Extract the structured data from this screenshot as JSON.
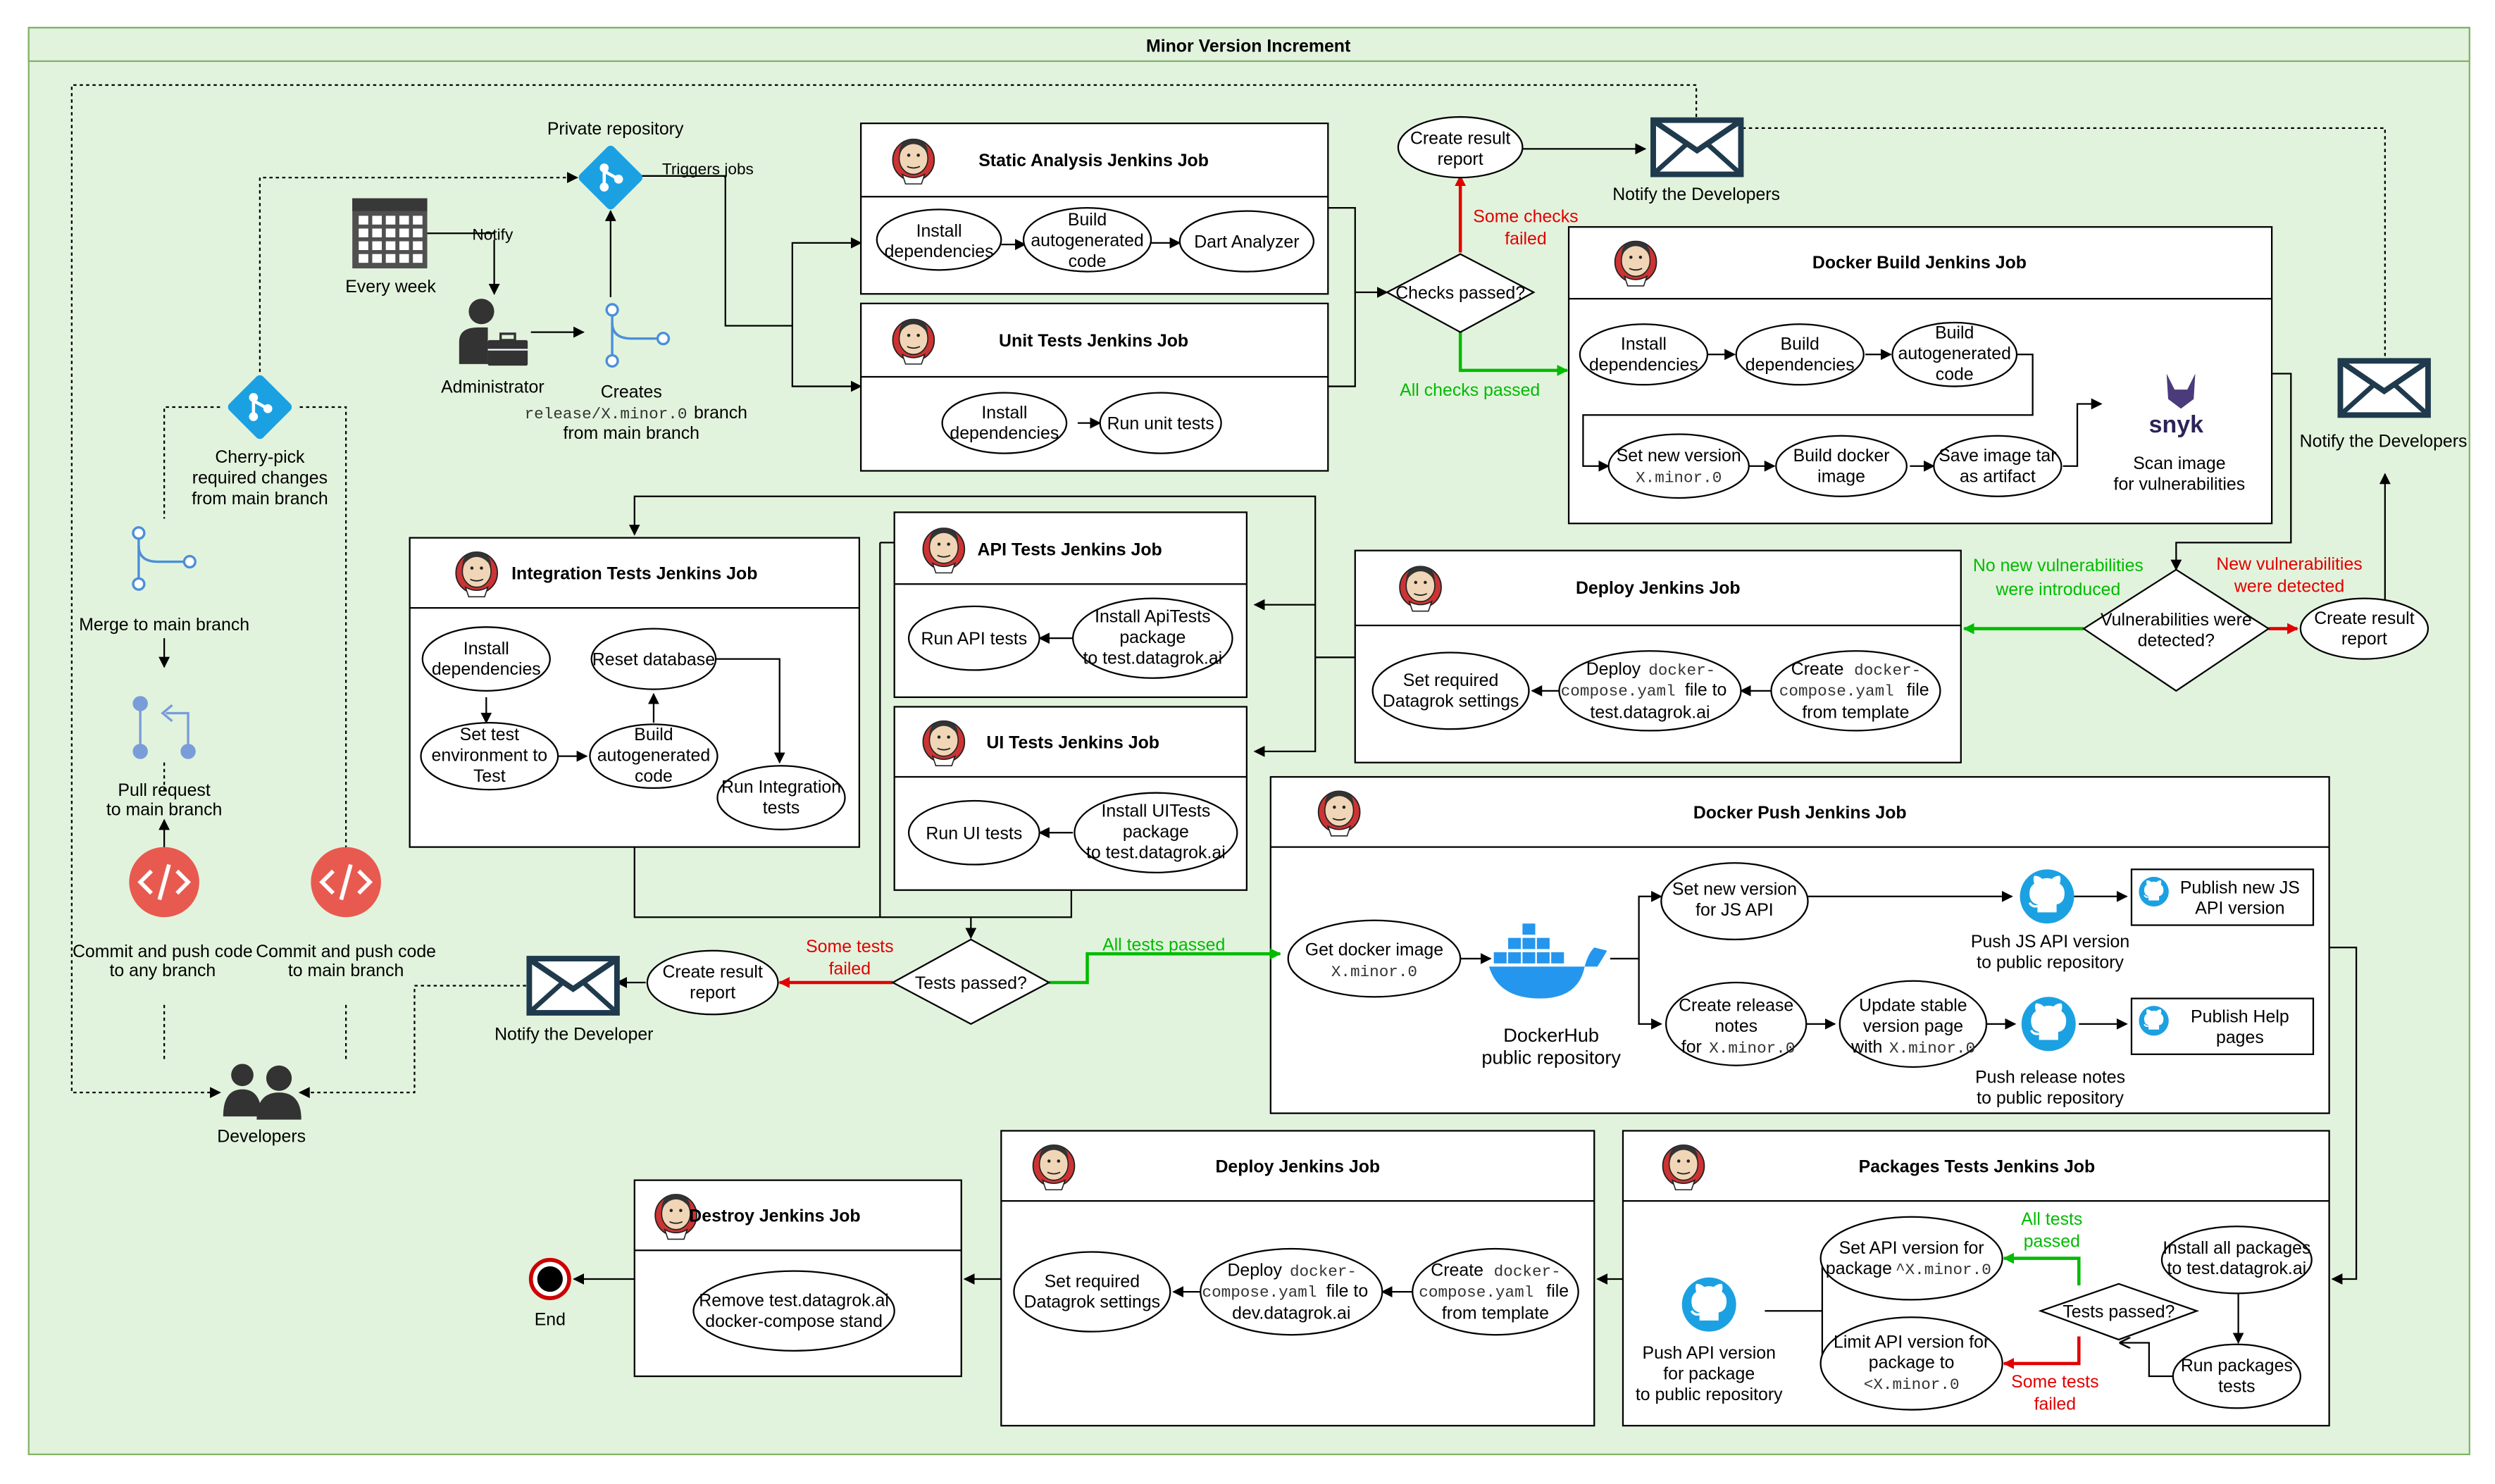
{
  "title": "Minor Version Increment",
  "colors": {
    "frame_fill": "#e2f3dd",
    "frame_stroke": "#82b366",
    "red": "#e10000",
    "green": "#00bb00",
    "git_blue": "#1ba1e2",
    "docker_blue": "#2496ed",
    "code_red": "#e85a4f"
  },
  "icons": {
    "calendar": "calendar-icon",
    "administrator": "administrator-icon",
    "git_repo": "git-repository-icon",
    "branch": "git-branch-icon",
    "merge": "git-merge-icon",
    "pull_request": "pull-request-icon",
    "code": "code-icon",
    "developers": "developers-icon",
    "envelope": "envelope-icon",
    "jenkins": "jenkins-icon",
    "github": "github-icon",
    "docker": "docker-icon",
    "snyk": "snyk-icon",
    "end": "end-event-icon"
  },
  "left": {
    "private_repository": "Private repository",
    "triggers_jobs": "Triggers jobs",
    "every_week": "Every week",
    "notify": "Notify",
    "administrator": "Administrator",
    "creates_1": "Creates",
    "creates_2": "release/X.minor.0",
    "creates_3": "branch",
    "creates_4": "from main branch",
    "cherry_pick_1": "Cherry-pick",
    "cherry_pick_2": "required changes",
    "cherry_pick_3": "from main branch",
    "merge": "Merge to main branch",
    "pull_request_1": "Pull request",
    "pull_request_2": "to main branch",
    "commit_any_1": "Commit and push code",
    "commit_any_2": "to any branch",
    "commit_main_1": "Commit and push code",
    "commit_main_2": "to main branch",
    "developers": "Developers"
  },
  "static_analysis": {
    "title": "Static Analysis Jenkins Job",
    "install": [
      "Install",
      "dependencies"
    ],
    "build": [
      "Build",
      "autogenerated",
      "code"
    ],
    "dart": "Dart Analyzer"
  },
  "unit_tests": {
    "title": "Unit Tests Jenkins Job",
    "install": [
      "Install",
      "dependencies"
    ],
    "run": "Run unit tests"
  },
  "checks": {
    "create_report": [
      "Create result",
      "report"
    ],
    "notify": "Notify the Developers",
    "some_failed": [
      "Some checks",
      "failed"
    ],
    "question": "Checks passed?",
    "all_passed": "All checks passed"
  },
  "docker_build": {
    "title": "Docker Build Jenkins Job",
    "install": [
      "Install",
      "dependencies"
    ],
    "build_deps": [
      "Build",
      "dependencies"
    ],
    "build_code": [
      "Build",
      "autogenerated",
      "code"
    ],
    "set_version": [
      "Set new version",
      "X.minor.0"
    ],
    "build_image": [
      "Build docker",
      "image"
    ],
    "save_tar": [
      "Save image tar",
      "as artifact"
    ],
    "snyk": "snyk",
    "scan": [
      "Scan image",
      "for vulnerabilities"
    ]
  },
  "vuln": {
    "notify": "Notify the Developers",
    "no_new": [
      "No new vulnerabilities",
      "were introduced"
    ],
    "new": [
      "New vulnerabilities",
      "were detected"
    ],
    "question": [
      "Vulnerabilities were",
      "detected?"
    ],
    "create_report": [
      "Create result",
      "report"
    ]
  },
  "integration": {
    "title": "Integration Tests Jenkins Job",
    "install": [
      "Install",
      "dependencies"
    ],
    "reset_db": "Reset database",
    "set_env": [
      "Set test",
      "environment to",
      "Test"
    ],
    "build": [
      "Build",
      "autogenerated",
      "code"
    ],
    "run": [
      "Run Integration",
      "tests"
    ]
  },
  "api_tests": {
    "title": "API Tests Jenkins Job",
    "run": "Run API tests",
    "install": [
      "Install ApiTests",
      "package",
      "to test.datagrok.ai"
    ]
  },
  "ui_tests": {
    "title": "UI Tests Jenkins Job",
    "run": "Run UI tests",
    "install": [
      "Install UITests",
      "package",
      "to test.datagrok.ai"
    ]
  },
  "deploy_test": {
    "title": "Deploy Jenkins Job",
    "settings": [
      "Set required",
      "Datagrok settings"
    ],
    "deploy": [
      "Deploy",
      "docker-",
      "compose.yaml",
      "file to",
      "test.datagrok.ai"
    ],
    "create": [
      "Create",
      "docker-",
      "compose.yaml",
      "file",
      "from template"
    ]
  },
  "tests_gate": {
    "question": "Tests passed?",
    "some_failed": [
      "Some tests",
      "failed"
    ],
    "all_passed": "All tests passed",
    "create_report": [
      "Create result",
      "report"
    ],
    "notify": "Notify the Developer"
  },
  "docker_push": {
    "title": "Docker Push Jenkins Job",
    "get_image": [
      "Get docker image",
      "X.minor.0"
    ],
    "dockerhub": [
      "DockerHub",
      "public repository"
    ],
    "set_js": [
      "Set new version",
      "for JS API"
    ],
    "push_js": [
      "Push JS API version",
      "to public repository"
    ],
    "publish_js": [
      "Publish new JS",
      "API version"
    ],
    "release_notes": [
      "Create release",
      "notes",
      "for",
      "X.minor.0"
    ],
    "update_stable": [
      "Update stable",
      "version page",
      "with",
      "X.minor.0"
    ],
    "push_notes": [
      "Push release notes",
      "to public repository"
    ],
    "publish_help": [
      "Publish Help",
      "pages"
    ]
  },
  "packages": {
    "title": "Packages Tests Jenkins Job",
    "install_all": [
      "Install all packages",
      "to test.datagrok.ai"
    ],
    "run": [
      "Run packages",
      "tests"
    ],
    "question": "Tests passed?",
    "all_passed": [
      "All tests",
      "passed"
    ],
    "some_failed": [
      "Some tests",
      "failed"
    ],
    "set_api": [
      "Set API version for",
      "package",
      "^X.minor.0"
    ],
    "limit_api": [
      "Limit API version for",
      "package to",
      "<X.minor.0"
    ],
    "push_api": [
      "Push API version",
      "for package",
      "to public repository"
    ]
  },
  "deploy_dev": {
    "title": "Deploy Jenkins Job",
    "create": [
      "Create",
      "docker-",
      "compose.yaml",
      "file",
      "from template"
    ],
    "deploy": [
      "Deploy",
      "docker-",
      "compose.yaml",
      "file to",
      "dev.datagrok.ai"
    ],
    "settings": [
      "Set required",
      "Datagrok settings"
    ]
  },
  "destroy": {
    "title": "Destroy Jenkins Job",
    "remove": [
      "Remove test.datagrok.ai",
      "docker-compose stand"
    ]
  },
  "end": "End"
}
